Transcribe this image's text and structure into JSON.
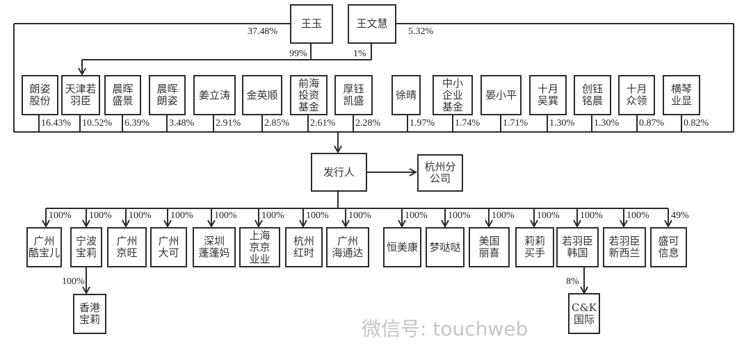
{
  "top": {
    "wang_yu": "王玉",
    "wang_wenhui": "王文慧",
    "wang_yu_pct": "37.48%",
    "wang_wenhui_pct": "5.32%",
    "wang_yu_to_tianjin": "99%",
    "wang_wenhui_to_tianjin": "1%"
  },
  "shareholders": [
    {
      "name": "朗姿\n股份",
      "pct": "16.43%"
    },
    {
      "name": "天津若\n羽臣",
      "pct": "10.52%"
    },
    {
      "name": "晨晖\n盛景",
      "pct": "6.39%"
    },
    {
      "name": "晨晖\n朗姿",
      "pct": "3.48%"
    },
    {
      "name": "姜立涛",
      "pct": "2.91%"
    },
    {
      "name": "金英顺",
      "pct": "2.85%"
    },
    {
      "name": "前海\n投资\n基金",
      "pct": "2.61%"
    },
    {
      "name": "厚钰\n凯盛",
      "pct": "2.28%"
    },
    {
      "name": "徐晴",
      "pct": "1.97%"
    },
    {
      "name": "中小\n企业\n基金",
      "pct": "1.74%"
    },
    {
      "name": "晏小平",
      "pct": "1.71%"
    },
    {
      "name": "十月\n吴巽",
      "pct": "1.30%"
    },
    {
      "name": "创钰\n铭晨",
      "pct": "1.30%"
    },
    {
      "name": "十月\n众领",
      "pct": "0.87%"
    },
    {
      "name": "横琴\n业显",
      "pct": "0.82%"
    }
  ],
  "issuer": "发行人",
  "branch": "杭州分\n公司",
  "subsidiaries": [
    {
      "name": "广州\n酷宝儿",
      "pct": "100%"
    },
    {
      "name": "宁波\n宝莉",
      "pct": "100%"
    },
    {
      "name": "广州\n京旺",
      "pct": "100%"
    },
    {
      "name": "广州\n大可",
      "pct": "100%"
    },
    {
      "name": "深圳\n蓬蓬妈",
      "pct": "100%"
    },
    {
      "name": "上海\n京京\n业业",
      "pct": "100%"
    },
    {
      "name": "杭州\n红时",
      "pct": "100%"
    },
    {
      "name": "广州\n海通达",
      "pct": "100%"
    },
    {
      "name": "恒美康",
      "pct": "100%"
    },
    {
      "name": "梦哒哒",
      "pct": "100%"
    },
    {
      "name": "美国\n丽喜",
      "pct": "100%"
    },
    {
      "name": "莉莉\n买手",
      "pct": "100%"
    },
    {
      "name": "若羽臣\n韩国",
      "pct": "100%"
    },
    {
      "name": "若羽臣\n新西兰",
      "pct": "100%"
    },
    {
      "name": "盛可\n信息",
      "pct": "49%"
    }
  ],
  "second_level": [
    {
      "name": "香港\n宝莉",
      "pct": "100%"
    },
    {
      "name": "C&K\n国际",
      "pct": "8%"
    }
  ],
  "watermark": "微信号: touchweb"
}
